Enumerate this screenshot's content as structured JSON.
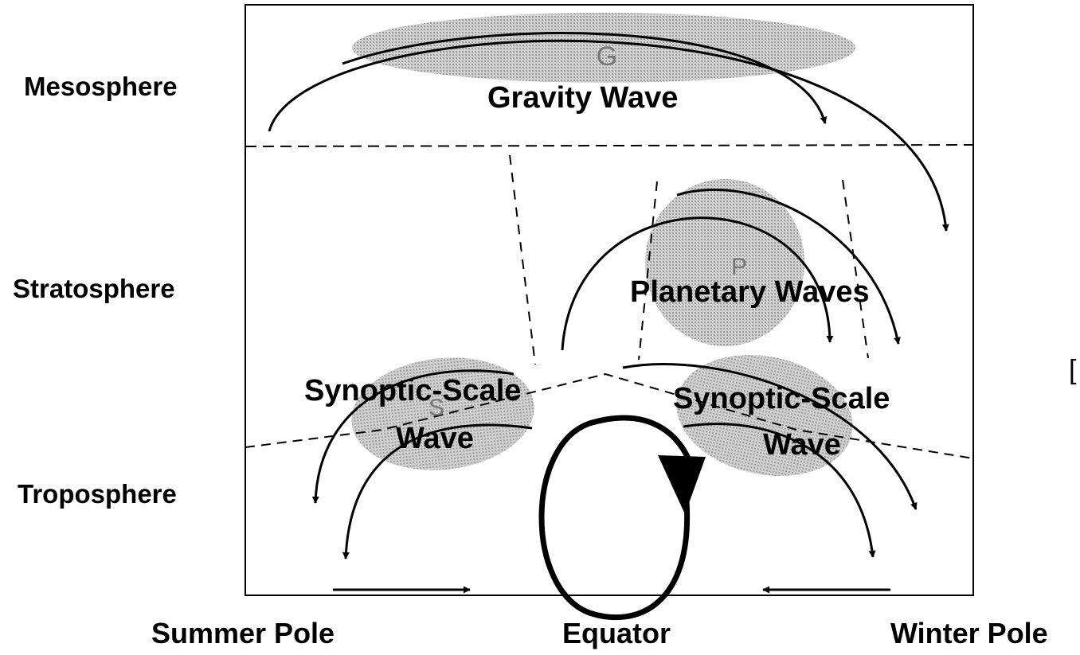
{
  "layers": {
    "mesosphere": "Mesosphere",
    "stratosphere": "Stratosphere",
    "troposphere": "Troposphere"
  },
  "waves": {
    "gravity": {
      "letter": "G",
      "label": "Gravity Wave"
    },
    "planetary": {
      "letter": "P",
      "label": "Planetary Waves"
    },
    "synoptic_left": {
      "letter": "S",
      "line1": "Synoptic-Scale",
      "line2": "Wave"
    },
    "synoptic_right": {
      "line1": "Synoptic-Scale",
      "line2": "Wave"
    }
  },
  "axis": {
    "summer_pole": "Summer Pole",
    "equator": "Equator",
    "winter_pole": "Winter Pole"
  },
  "edge_mark": "["
}
